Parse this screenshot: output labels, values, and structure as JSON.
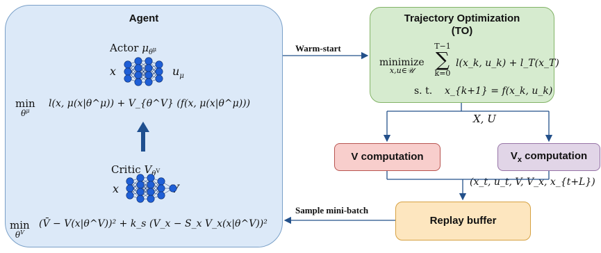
{
  "agent": {
    "title": "Agent",
    "actor": {
      "label": "Actor",
      "param_sym": "μ",
      "param_sub": "θ",
      "param_sup": "μ",
      "input": "x",
      "output_sym": "u",
      "output_sub": "μ",
      "objective_min": "min",
      "objective_under": "θ",
      "objective_under_sup": "μ",
      "objective_expr": "l(x, μ(x|θ^μ)) + V_{θ^V} (f(x, μ(x|θ^μ)))"
    },
    "critic": {
      "label": "Critic",
      "param_sym": "V",
      "param_sub": "θ",
      "param_sup": "V",
      "input": "x",
      "output": "V",
      "objective_min": "min",
      "objective_under": "θ",
      "objective_under_sup": "V",
      "objective_expr": "(V̄ − V(x|θ^V))² + k_s (V_x − S_x V_x(x|θ^V))²"
    }
  },
  "to": {
    "title_line1": "Trajectory Optimization",
    "title_line2": "(TO)",
    "objective_word": "minimize",
    "objective_under": "x,u∈𝒰",
    "sum_top": "T−1",
    "sum_bottom": "k=0",
    "objective_expr": "l(x_k, u_k) + l_T(x_T)",
    "constraint_word": "s. t.",
    "constraint_expr": "x_{k+1} = f(x_k, u_k)"
  },
  "v_computation": "V computation",
  "vx_computation": {
    "main": "V",
    "sub": "x",
    "rest": " computation"
  },
  "replay_buffer": "Replay buffer",
  "edges": {
    "warm_start": "Warm-start",
    "xu": "X, U",
    "tuple": "(x_t, u_t, V, V_x, x_{t+L})",
    "sample": "Sample mini-batch"
  },
  "colors": {
    "agent_fill": "#dce9f8",
    "agent_border": "#7aa0c8",
    "to_fill": "#d6ebcf",
    "to_border": "#82b366",
    "v_fill": "#f8cecc",
    "v_border": "#b85450",
    "vx_fill": "#e1d5e7",
    "vx_border": "#9673a6",
    "rb_fill": "#fde6bf",
    "rb_border": "#d6a142",
    "arrow": "#23508a",
    "node": "#1f5fd6"
  }
}
